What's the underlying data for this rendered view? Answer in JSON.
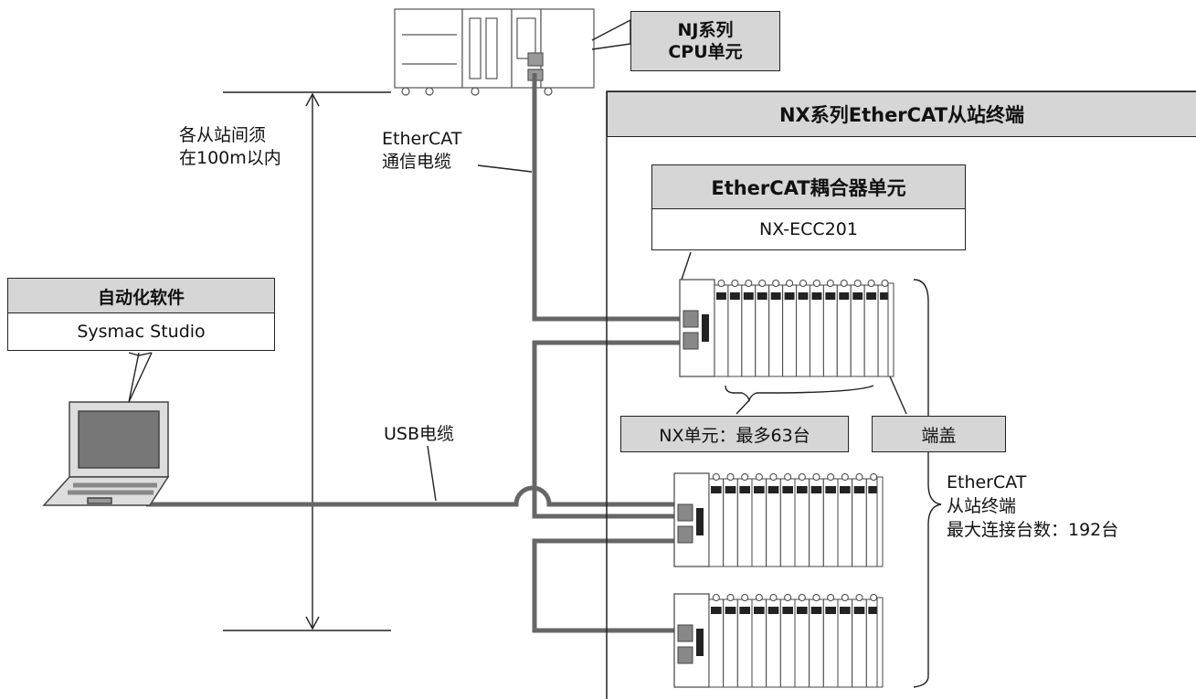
{
  "cpu_unit": {
    "line1": "NJ系列",
    "line2": "CPU单元"
  },
  "slave_terminal_area": {
    "title": "NX系列EtherCAT从站终端"
  },
  "coupler": {
    "title": "EtherCAT耦合器单元",
    "model": "NX-ECC201"
  },
  "software": {
    "title": "自动化软件",
    "name": "Sysmac Studio"
  },
  "distance_note": {
    "line1": "各从站间须",
    "line2": "在100m以内"
  },
  "ethercat_cable": {
    "line1": "EtherCAT",
    "line2": "通信电缆"
  },
  "usb_cable": {
    "label": "USB电缆"
  },
  "nx_units": {
    "label": "NX单元：最多63台"
  },
  "end_cover": {
    "label": "端盖"
  },
  "slave_summary": {
    "line1": "EtherCAT",
    "line2": "从站终端",
    "line3": "最大连接台数：192台"
  },
  "colors": {
    "header_fill": "#d6d6d6",
    "cable": "#666666",
    "line": "#222222"
  },
  "icons": [
    "plc-icon",
    "laptop-icon",
    "nx-rack-icon"
  ]
}
